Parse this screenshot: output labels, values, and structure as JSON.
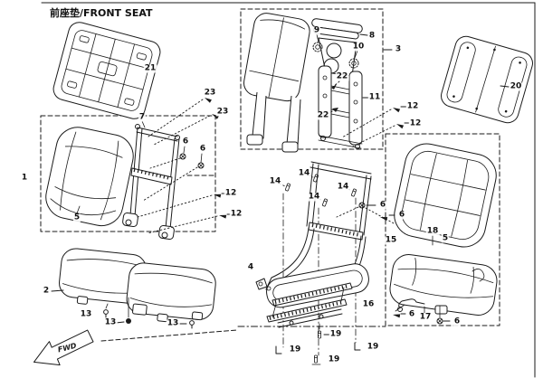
{
  "title": "前座垫/FRONT SEAT",
  "fwd_label": "FWD",
  "ink_color": "#1a1a1a",
  "callouts": {
    "n1": "1",
    "n2": "2",
    "n3": "3",
    "n4": "4",
    "n5a": "5",
    "n5b": "5",
    "n6a": "6",
    "n6b": "6",
    "n6c": "6",
    "n6d": "6",
    "n6e": "6",
    "n6f": "6",
    "n7": "7",
    "n8": "8",
    "n9": "9",
    "n10": "10",
    "n11": "11",
    "n12a": "12",
    "n12b": "12",
    "n12c": "12",
    "n12d": "12",
    "n13a": "13",
    "n13b": "13",
    "n13c": "13",
    "n14a": "14",
    "n14b": "14",
    "n14c": "14",
    "n14d": "14",
    "n15": "15",
    "n16": "16",
    "n17": "17",
    "n18": "18",
    "n19a": "19",
    "n19b": "19",
    "n19c": "19",
    "n19d": "19",
    "n20": "20",
    "n21": "21",
    "n22a": "22",
    "n22b": "22",
    "n23a": "23",
    "n23b": "23"
  }
}
